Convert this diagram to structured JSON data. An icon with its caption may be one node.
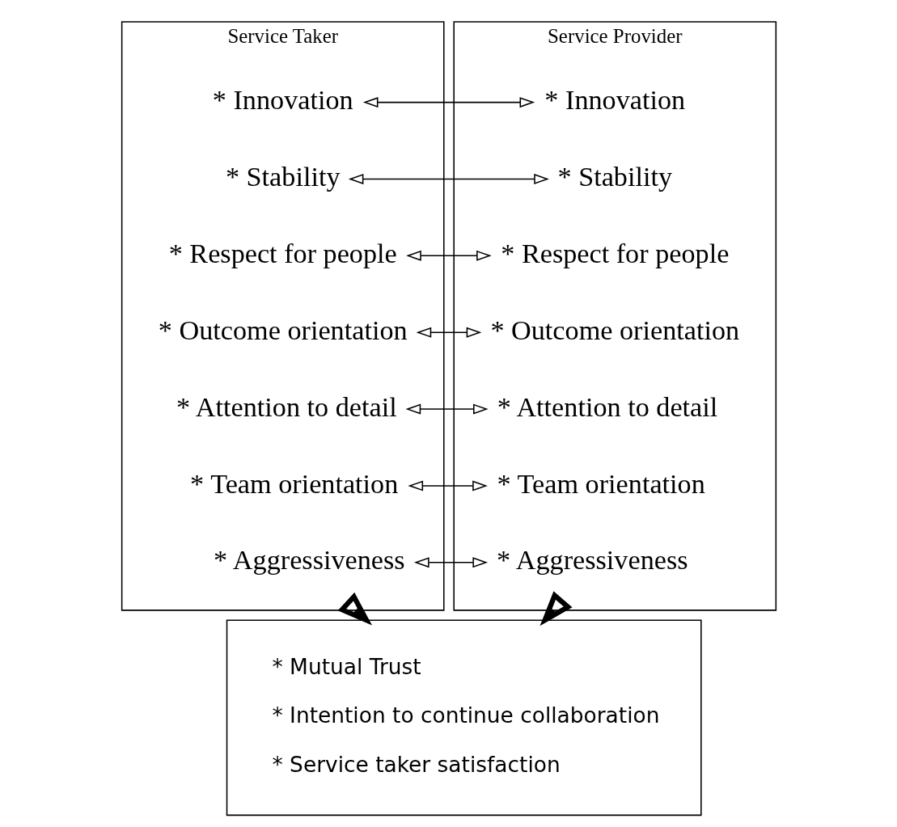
{
  "diagram": {
    "nodes": [
      {
        "text": [
          "Service Taker"
        ]
      },
      {
        "text": [
          "* Innovation"
        ],
        "in": 0
      },
      {
        "text": [
          "* Stability"
        ],
        "in": 0
      },
      {
        "text": [
          "* Respect for people"
        ],
        "in": 0
      },
      {
        "text": [
          "* Outcome orientation"
        ],
        "in": 0
      },
      {
        "text": [
          "* Attention to detail"
        ],
        "in": 0
      },
      {
        "text": [
          "* Team orientation"
        ],
        "in": 0
      },
      {
        "text": [
          "* Aggressiveness"
        ],
        "in": 0
      },
      {
        "text": [
          "Service Provider"
        ]
      },
      {
        "text": [
          "* Innovation"
        ],
        "in": 8
      },
      {
        "text": [
          "* Stability"
        ],
        "in": 8
      },
      {
        "text": [
          "* Respect for people"
        ],
        "in": 8
      },
      {
        "text": [
          "* Outcome orientation"
        ],
        "in": 8
      },
      {
        "text": [
          "* Attention to detail"
        ],
        "in": 8
      },
      {
        "text": [
          "* Team orientation"
        ],
        "in": 8
      },
      {
        "text": [
          "* Aggressiveness"
        ],
        "in": 8
      },
      {
        "text": [
          "* Mutual Trust",
          "* Intention to continue collaboration",
          "* Service taker satisfaction"
        ]
      }
    ],
    "edges": [
      {
        "from": 1,
        "to": 9,
        "arrow": "both"
      },
      {
        "from": 2,
        "to": 10,
        "arrow": "both"
      },
      {
        "from": 3,
        "to": 11,
        "arrow": "both"
      },
      {
        "from": 4,
        "to": 12,
        "arrow": "both"
      },
      {
        "from": 5,
        "to": 13,
        "arrow": "both"
      },
      {
        "from": 6,
        "to": 14,
        "arrow": "both"
      },
      {
        "from": 7,
        "to": 15,
        "arrow": "both"
      },
      {
        "from": 0,
        "to": 16,
        "arrow": "to",
        "style": "thick"
      },
      {
        "from": 8,
        "to": 16,
        "arrow": "to",
        "style": "thick"
      }
    ]
  }
}
